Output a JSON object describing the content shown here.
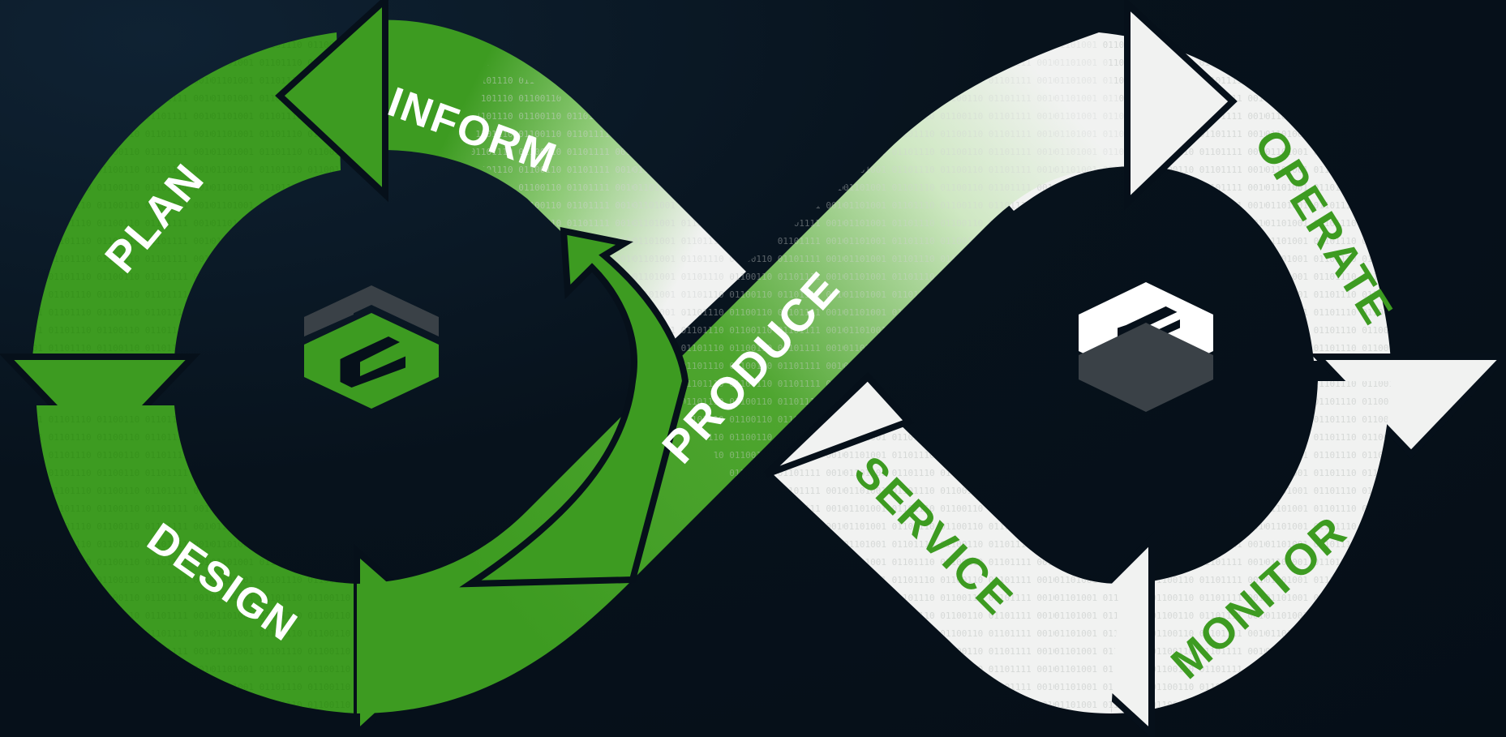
{
  "stages": [
    {
      "key": "plan",
      "label": "PLAN"
    },
    {
      "key": "inform",
      "label": "INFORM"
    },
    {
      "key": "design",
      "label": "DESIGN"
    },
    {
      "key": "produce",
      "label": "PRODUCE"
    },
    {
      "key": "operate",
      "label": "OPERATE"
    },
    {
      "key": "service",
      "label": "SERVICE"
    },
    {
      "key": "monitor",
      "label": "MONITOR"
    }
  ],
  "binary_pattern": "01101001 01101110 01100110 01101111 00100000 01110000 01110010 01101111 01100100 00100000 01101111 01110000 01100101 01110010",
  "colors": {
    "background": "#06101a",
    "green": "#3d9b21",
    "green_text": "#3d9b21",
    "white_band": "#f1f2f1",
    "binary_text": "#d3d6d4",
    "logo_dark": "#3a4147",
    "logo_green": "#3d9b21",
    "logo_white": "#ffffff",
    "label_on_green": "#ffffff"
  },
  "icons": {
    "left_logo": "hexagon-s-logo-icon",
    "right_logo": "hexagon-s-logo-icon"
  }
}
